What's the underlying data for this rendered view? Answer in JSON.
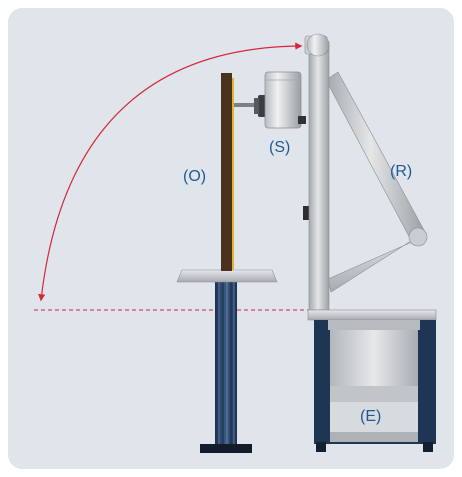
{
  "labels": {
    "object": "(O)",
    "source": "(S)",
    "arm": "(R)",
    "base": "(E)"
  },
  "colors": {
    "panel": "#dfe5eb",
    "label": "#1f5a96",
    "arc": "#d62839",
    "navy": "#1e3553",
    "steel_light": "#d4d6d8",
    "steel_dark": "#9da1a5",
    "wood": "#4a321e",
    "amber": "#e2b32c"
  },
  "icons": {
    "arc_arrow": "curved-arrow-icon",
    "pivot": "pivot-cap-icon"
  }
}
